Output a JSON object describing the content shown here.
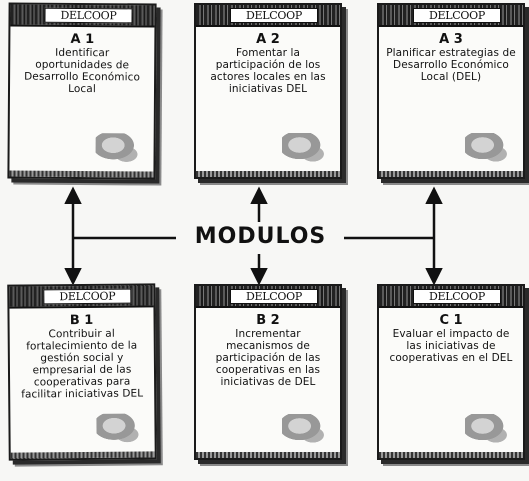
{
  "center_label": "MODULOS",
  "brand": "DELCOOP",
  "modules": [
    {
      "id": "A1",
      "code": "A 1",
      "text": "Identificar oportunidades de Desarrollo Económico Local"
    },
    {
      "id": "A2",
      "code": "A 2",
      "text": "Fomentar la participación de los actores locales en las iniciativas DEL"
    },
    {
      "id": "A3",
      "code": "A 3",
      "text": "Planificar estrategias de Desarrollo Económico Local (DEL)"
    },
    {
      "id": "B1",
      "code": "B 1",
      "text": "Contribuir al fortalecimiento de la gestión social y empresarial de las cooperativas para facilitar iniciativas DEL"
    },
    {
      "id": "B2",
      "code": "B 2",
      "text": "Incrementar mecanismos de participación de las cooperativas en las iniciativas de DEL"
    },
    {
      "id": "C1",
      "code": "C 1",
      "text": "Evaluar el impacto de las iniciativas de cooperativas en el DEL"
    }
  ]
}
